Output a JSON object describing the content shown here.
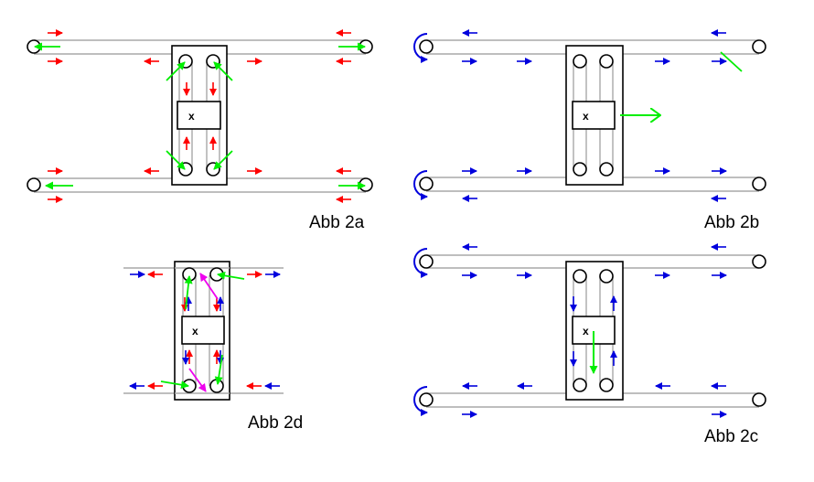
{
  "figures": [
    {
      "id": "2a",
      "caption": "Abb 2a",
      "center_mark": "x"
    },
    {
      "id": "2b",
      "caption": "Abb 2b",
      "center_mark": "x"
    },
    {
      "id": "2c",
      "caption": "Abb 2c",
      "center_mark": "x"
    },
    {
      "id": "2d",
      "caption": "Abb 2d",
      "center_mark": "x"
    }
  ],
  "colors": {
    "belt": "#a8a8a8",
    "frame": "#000000",
    "red_arrow": "#ff0000",
    "blue_arrow": "#0000dd",
    "green_arrow": "#00ee00",
    "magenta_arrow": "#ee00ee"
  }
}
